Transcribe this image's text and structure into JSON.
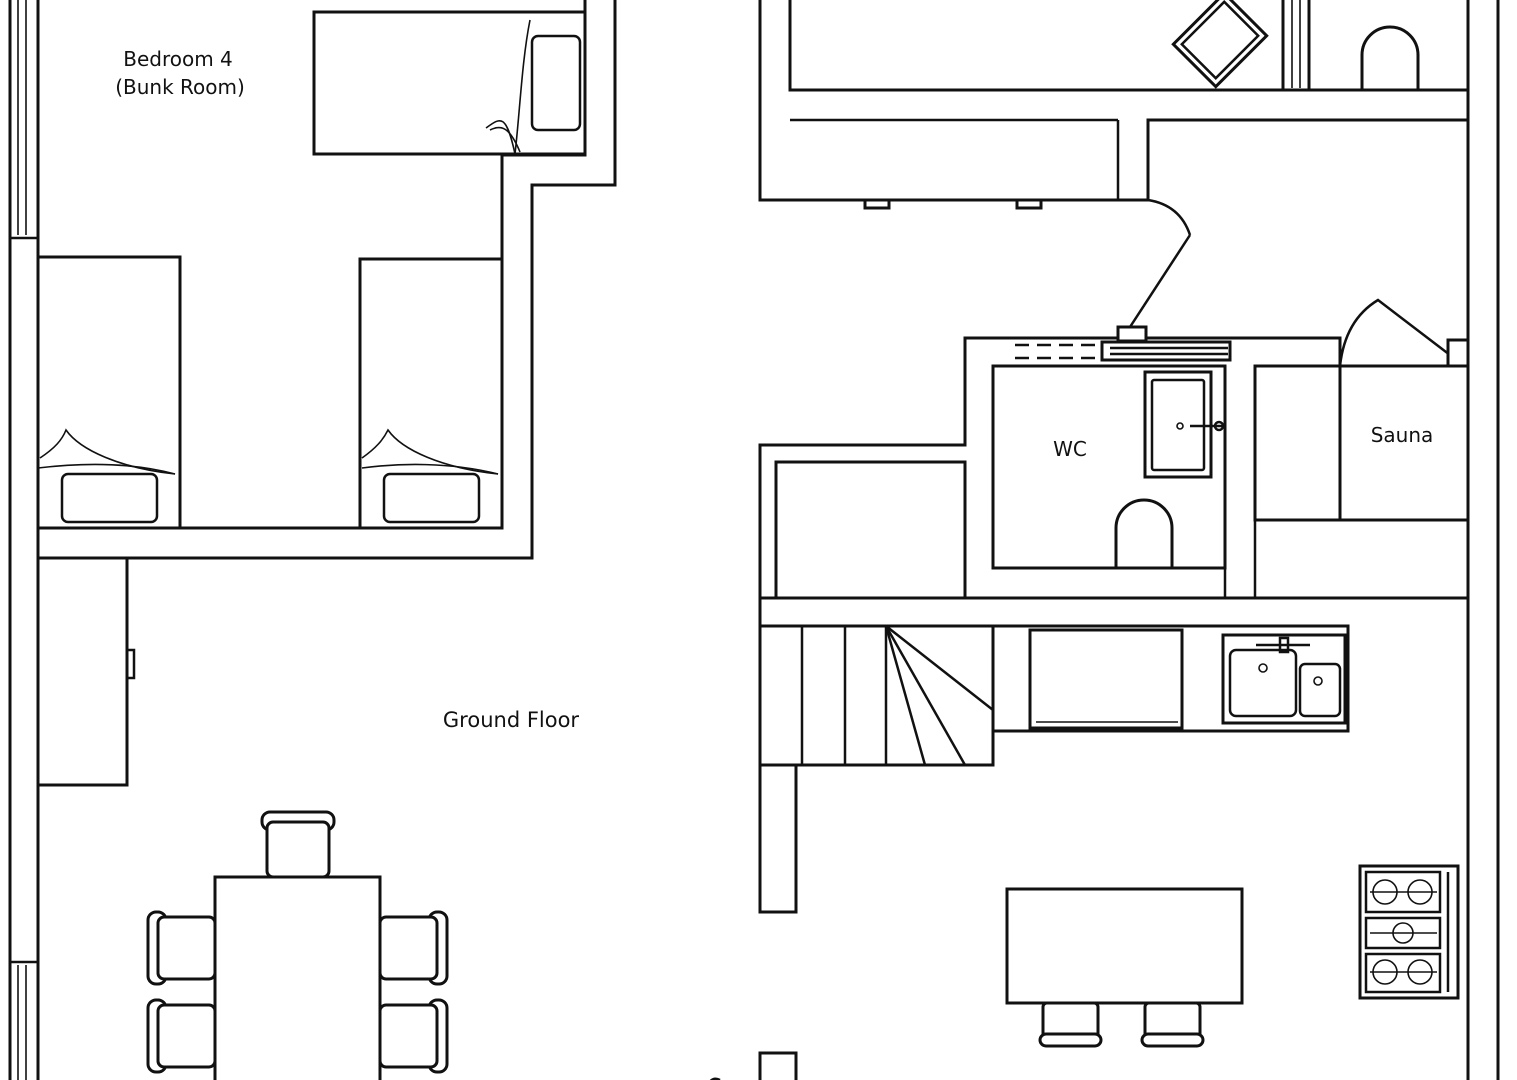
{
  "plan": {
    "floor_label": "Ground Floor",
    "rooms": {
      "bedroom4_line1": "Bedroom 4",
      "bedroom4_line2": "(Bunk Room)",
      "wc": "WC",
      "sauna": "Sauna"
    },
    "colors": {
      "line": "#111111",
      "background": "#ffffff"
    }
  }
}
